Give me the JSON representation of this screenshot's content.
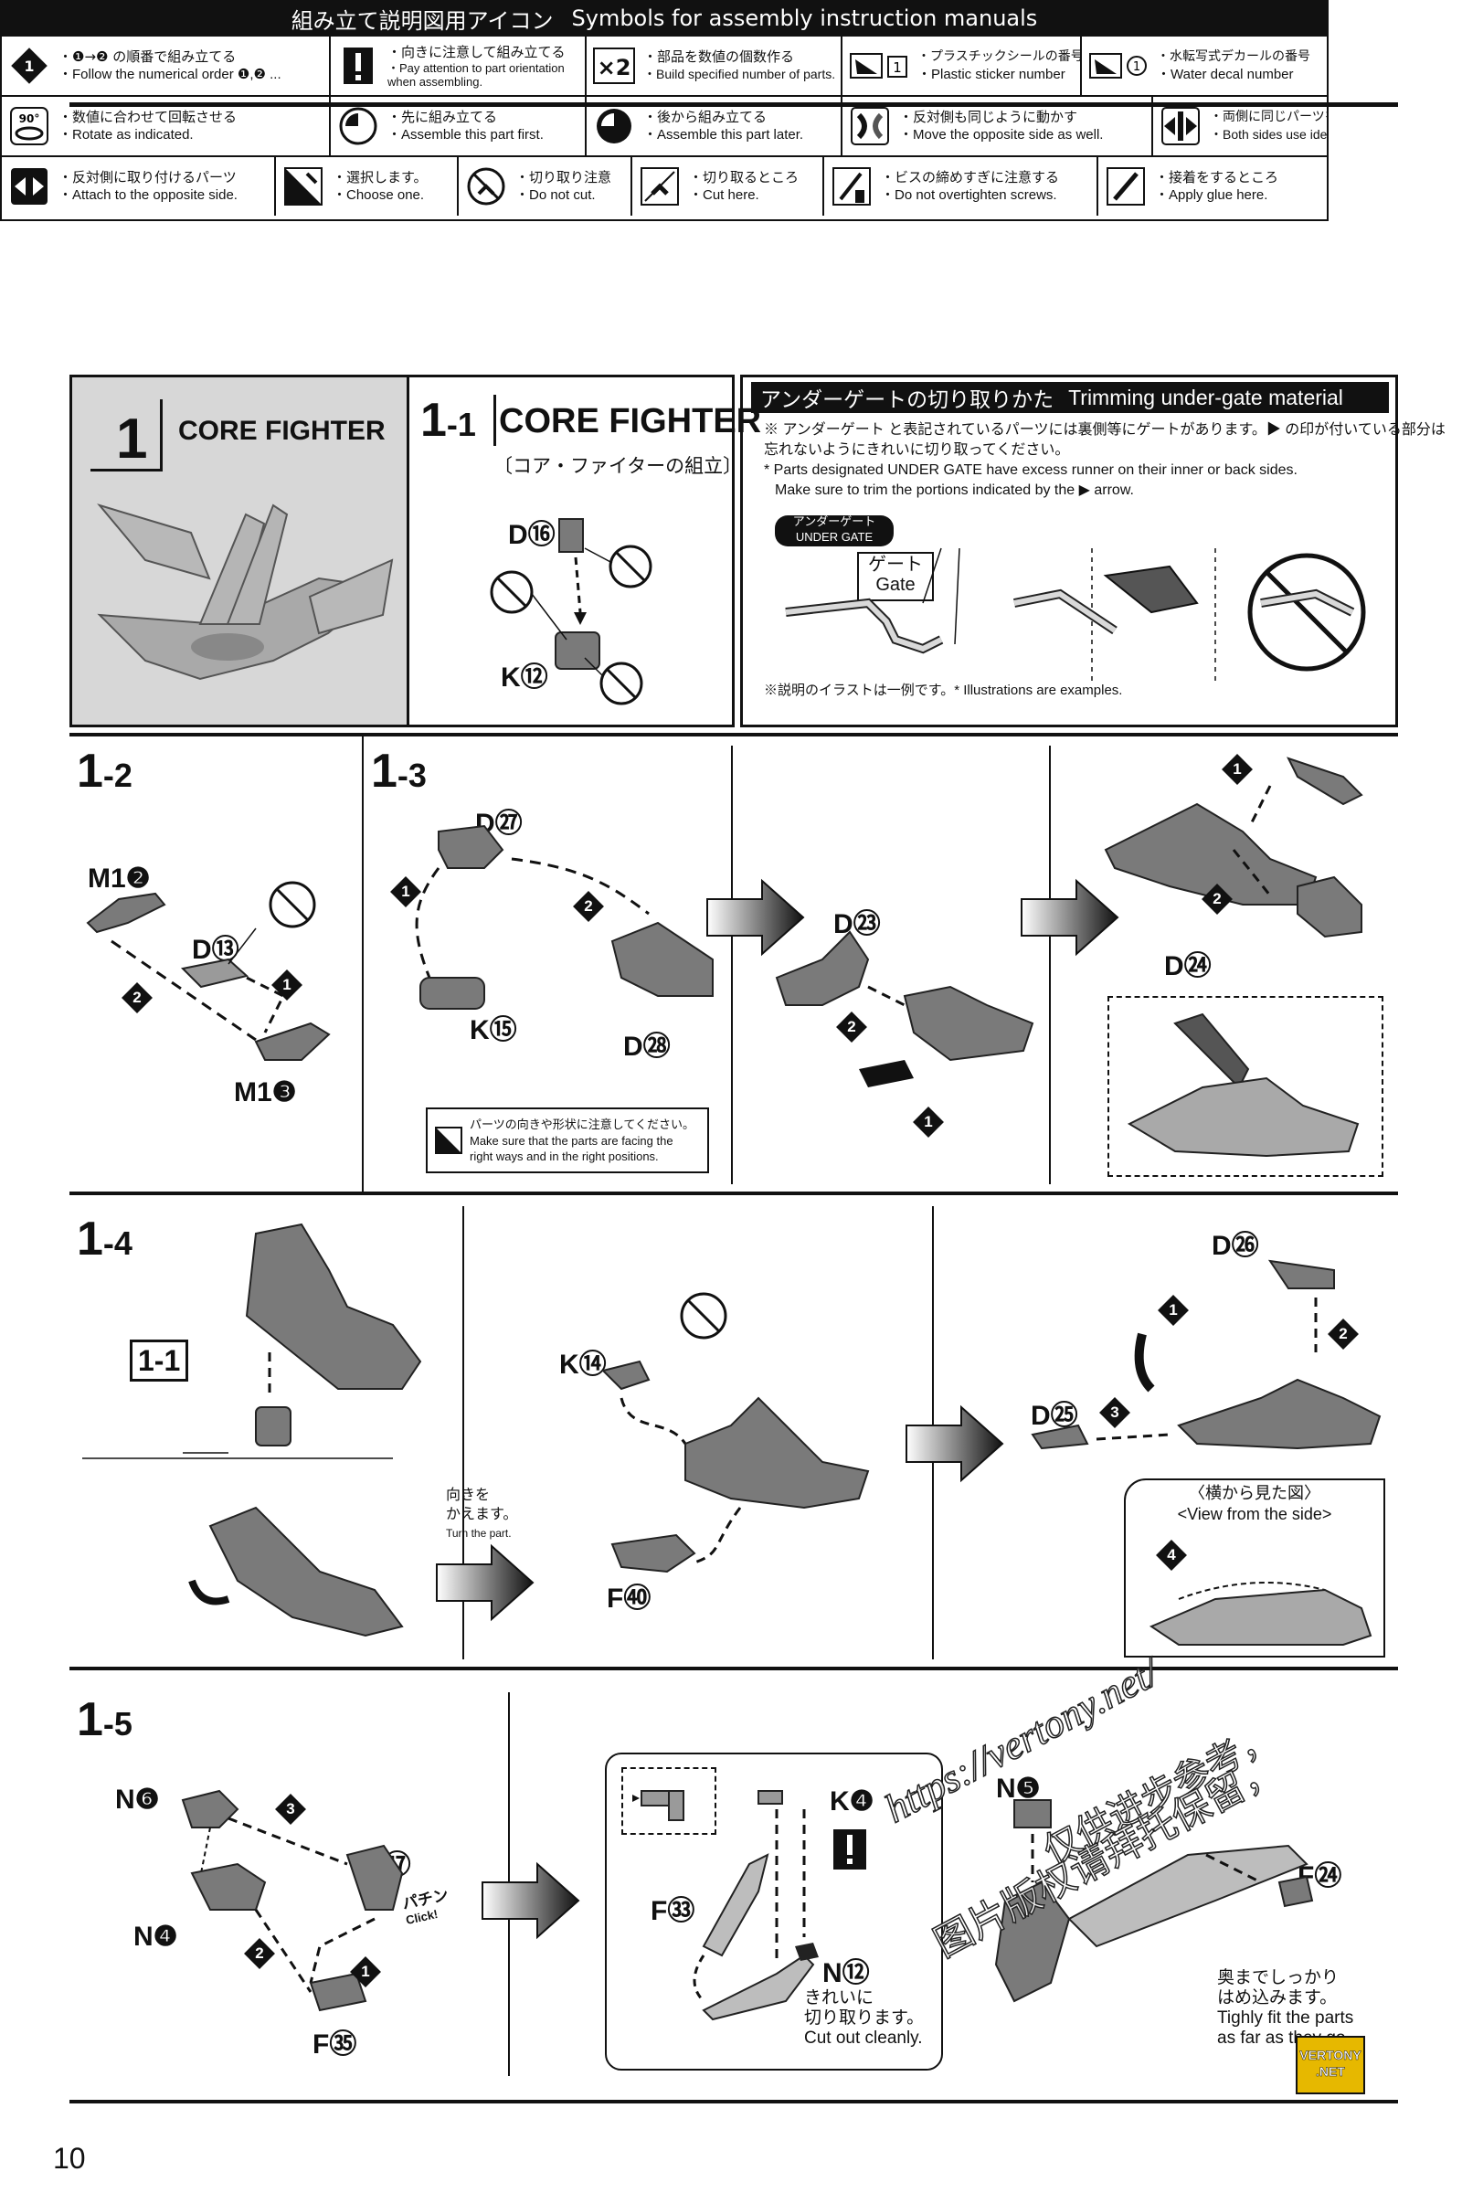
{
  "symbols": {
    "title_jp": "組み立て説明図用アイコン",
    "title_en": "Symbols for assembly instruction manuals",
    "rows": [
      [
        {
          "icon": "numbered-order-icon",
          "jp": "・❶→❷ の順番で組み立てる",
          "en": "・Follow the numerical order ❶,❷ ..."
        },
        {
          "icon": "exclamation-icon",
          "jp": "・向きに注意して組み立てる",
          "en": "・Pay attention to part orientation when assembling."
        },
        {
          "icon": "multiply-two-icon",
          "jp": "・部品を数値の個数作る",
          "en": "・Build specified number of parts."
        },
        {
          "icon": "plastic-sticker-icon",
          "jp": "・プラスチックシールの番号",
          "en": "・Plastic sticker number"
        },
        {
          "icon": "water-decal-icon",
          "jp": "・水転写式デカールの番号",
          "en": "・Water decal number"
        }
      ],
      [
        {
          "icon": "rotate-90-icon",
          "jp": "・数値に合わせて回転させる",
          "en": "・Rotate as indicated."
        },
        {
          "icon": "assemble-first-icon",
          "jp": "・先に組み立てる",
          "en": "・Assemble this part first."
        },
        {
          "icon": "assemble-later-icon",
          "jp": "・後から組み立てる",
          "en": "・Assemble this part later."
        },
        {
          "icon": "mirror-move-icon",
          "jp": "・反対側も同じように動かす",
          "en": "・Move the opposite side as well."
        },
        {
          "icon": "both-sides-icon",
          "jp": "・両側に同じパーツを取り付ける",
          "en": "・Both sides use identical parts."
        }
      ],
      [
        {
          "icon": "opposite-side-icon",
          "jp": "・反対側に取り付けるパーツ",
          "en": "・Attach to the opposite side."
        },
        {
          "icon": "choose-one-icon",
          "jp": "・選択します。",
          "en": "・Choose one."
        },
        {
          "icon": "do-not-cut-icon",
          "jp": "・切り取り注意",
          "en": "・Do not cut."
        },
        {
          "icon": "cut-here-icon",
          "jp": "・切り取るところ",
          "en": "・Cut here."
        },
        {
          "icon": "screw-icon",
          "jp": "・ビスの締めすぎに注意する",
          "en": "・Do not overtighten screws."
        },
        {
          "icon": "glue-icon",
          "jp": "・接着をするところ",
          "en": "・Apply glue here."
        }
      ]
    ]
  },
  "step1": {
    "number": "1",
    "title": "CORE FIGHTER"
  },
  "step1_1": {
    "number": "1",
    "sub": "-1",
    "title": "CORE FIGHTER",
    "title_jp": "〔コア・ファイターの組立〕",
    "parts": [
      "D⑯",
      "K⑫"
    ]
  },
  "undergate": {
    "title_jp": "アンダーゲートの切り取りかた",
    "title_en": "Trimming under-gate material",
    "note_jp1": "※ アンダーゲート と表記されているパーツには裏側等にゲートがあります。▶ の印が付いている部分は",
    "note_jp2": "忘れないようにきれいに切り取ってください。",
    "note_en1": "* Parts designated UNDER GATE have excess runner on their inner or back sides.",
    "note_en2": "Make sure to trim the portions indicated by the ▶ arrow.",
    "badge_jp": "アンダーゲート",
    "badge_en": "UNDER GATE",
    "gate_jp": "ゲート",
    "gate_en": "Gate",
    "footnote": "※説明のイラストは一例です。* Illustrations are examples."
  },
  "step1_2": {
    "number": "1",
    "sub": "-2",
    "parts": {
      "m1a": "M1❷",
      "d13": "D⑬",
      "m1b": "M1❸"
    }
  },
  "step1_3": {
    "number": "1",
    "sub": "-3",
    "parts": {
      "d27": "D㉗",
      "k15": "K⑮",
      "d28": "D㉘",
      "d23": "D㉓",
      "d24": "D㉔"
    },
    "note_jp": "パーツの向きや形状に注意してください。",
    "note_en1": "Make sure that the parts are facing the",
    "note_en2": "right ways and in the right positions."
  },
  "step1_4": {
    "number": "1",
    "sub": "-4",
    "ref": "1-1",
    "turn_jp1": "向きを",
    "turn_jp2": "かえます。",
    "turn_en": "Turn the part.",
    "parts": {
      "k14": "K⑭",
      "f40": "F㊵",
      "d26": "D㉖",
      "d25": "D㉕"
    },
    "view_jp": "〈横から見た図〉",
    "view_en": "<View from the side>"
  },
  "step1_5": {
    "number": "1",
    "sub": "-5",
    "parts": {
      "n6": "N❻",
      "n4": "N❹",
      "k17": "K⑰",
      "f35": "F㉟",
      "k4": "K❹",
      "f33": "F㉝",
      "n12": "N⑫",
      "n5": "N❺",
      "f24": "F㉔"
    },
    "click_jp": "パチン",
    "click_en": "Click!",
    "cut_jp1": "きれいに",
    "cut_jp2": "切り取ります。",
    "cut_en": "Cut out cleanly.",
    "tight_jp1": "奥までしっかり",
    "tight_jp2": "はめ込みます。",
    "tight_en1": "Tighly fit the parts",
    "tight_en2": "as far as they go."
  },
  "watermark": {
    "url": "https://vertony.net/",
    "cn1": "仅供进步参考，",
    "cn2": "图片版权请拜托保留，",
    "logo1": "VERTONY",
    "logo2": ".NET"
  },
  "page_number": "10"
}
